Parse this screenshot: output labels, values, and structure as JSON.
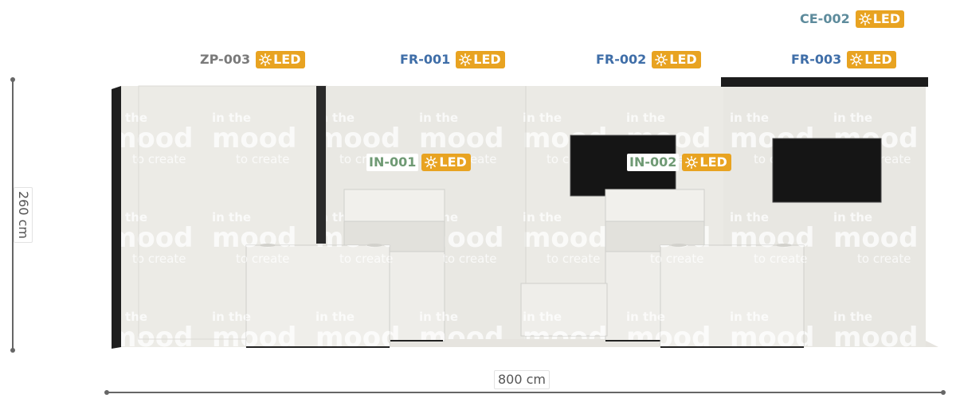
{
  "tag_codes": [
    {
      "code": "ZP-003",
      "color": "#7a7a7a"
    },
    {
      "code": "FR-001",
      "color": "#3f6ea8"
    },
    {
      "code": "FR-002",
      "color": "#3f6ea8"
    },
    {
      "code": "FR-003",
      "color": "#3f6ea8"
    },
    {
      "code": "CE-002",
      "color": "#5d8b9c"
    },
    {
      "code": "IN-001",
      "color": "#6f9a74"
    },
    {
      "code": "IN-002",
      "color": "#6f9a74"
    }
  ],
  "led_label": "LED",
  "led_color": "#e8a321",
  "branding": {
    "line1": "in the",
    "line2": "mood",
    "line3": "to create"
  },
  "dimensions": {
    "height": "260 cm",
    "width": "800 cm"
  }
}
